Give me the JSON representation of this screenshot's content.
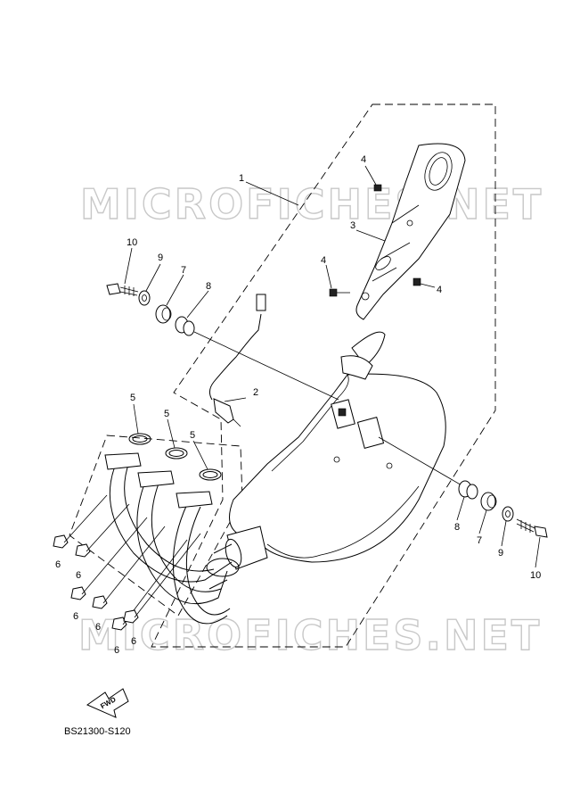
{
  "watermark": {
    "text_top": "MICROFICHES.NET",
    "text_bottom": "MICROFICHES.NET"
  },
  "fwd_label": "FWD",
  "reference_code": "BS21300-S120",
  "callouts": {
    "c1": "1",
    "c2": "2",
    "c3": "3",
    "c4a": "4",
    "c4b": "4",
    "c4c": "4",
    "c5a": "5",
    "c5b": "5",
    "c5c": "5",
    "c6a": "6",
    "c6b": "6",
    "c6c": "6",
    "c6d": "6",
    "c6e": "6",
    "c6f": "6",
    "c7l": "7",
    "c7r": "7",
    "c8l": "8",
    "c8r": "8",
    "c9l": "9",
    "c9r": "9",
    "c10l": "10",
    "c10r": "10"
  }
}
